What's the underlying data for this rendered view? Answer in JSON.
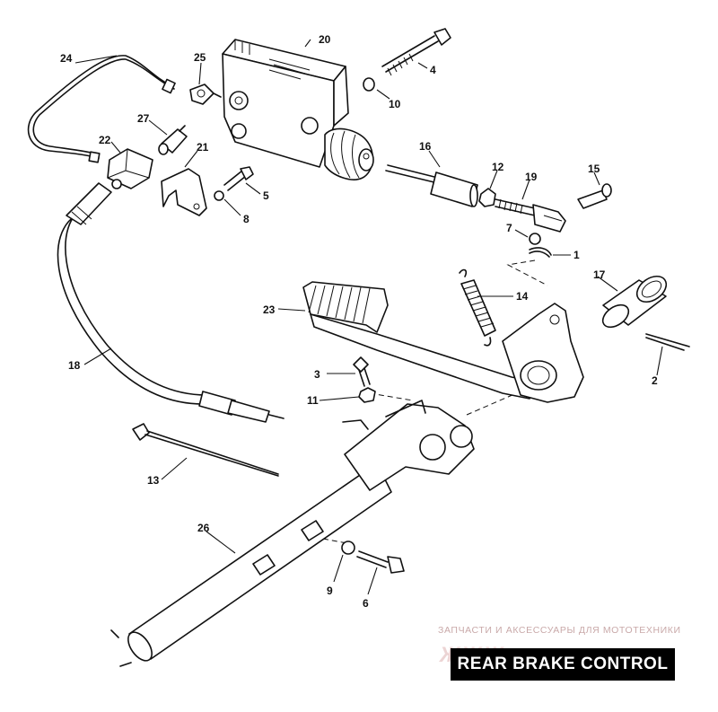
{
  "title": "REAR BRAKE CONTROL",
  "watermark": {
    "caption": "ЗАПЧАСТИ И АКСЕССУАРЫ ДЛЯ МОТОТЕХНИКИ",
    "logo": "ЖЖЖ.ru"
  },
  "callouts": [
    "1",
    "2",
    "3",
    "4",
    "5",
    "6",
    "7",
    "8",
    "9",
    "10",
    "11",
    "12",
    "13",
    "14",
    "15",
    "16",
    "17",
    "18",
    "19",
    "20",
    "21",
    "22",
    "23",
    "24",
    "25",
    "26",
    "27"
  ],
  "colors": {
    "ink": "#111111",
    "title_bg": "#000000",
    "title_fg": "#ffffff",
    "watermark": "#c9a9a9"
  }
}
